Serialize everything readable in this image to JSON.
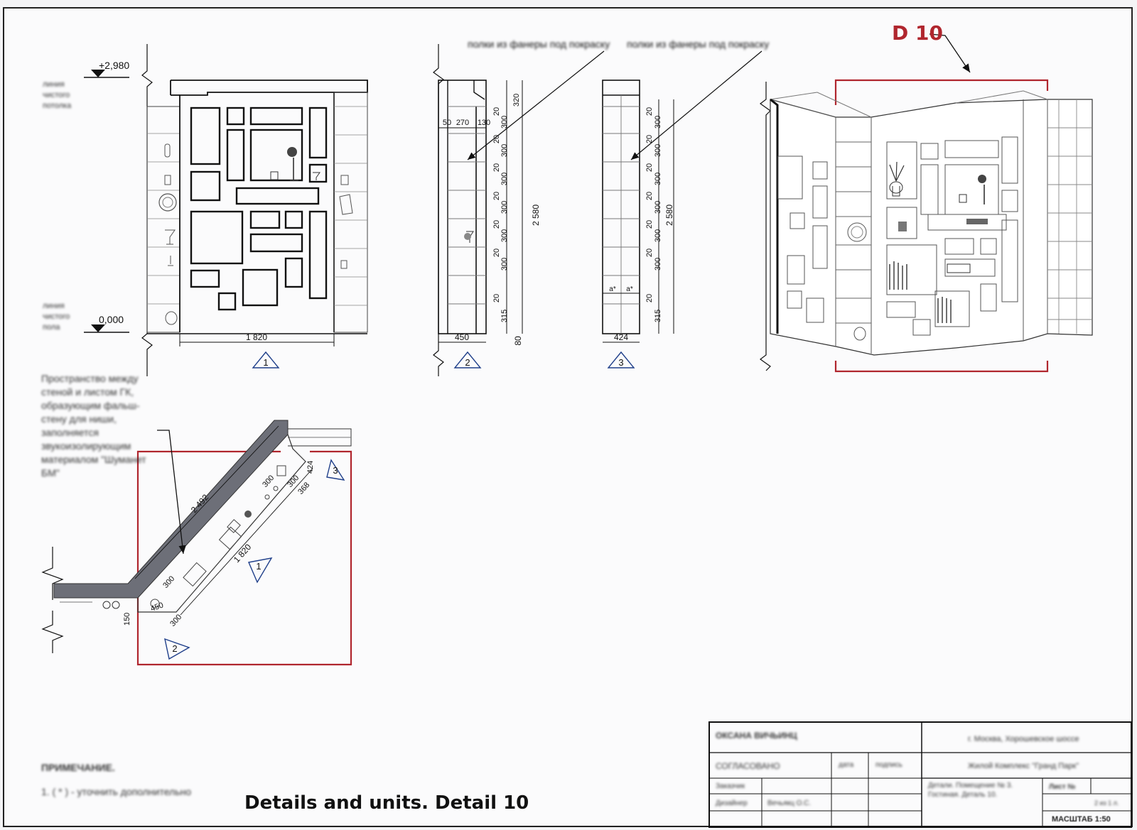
{
  "caption": "Details and units. Detail 10",
  "detail_label": "D 10",
  "levels": {
    "top": "+2,980",
    "bottom": "0,000",
    "top_note": "линия чистого потолка",
    "bottom_note": "линия чистого пола"
  },
  "view1": {
    "marker": "1",
    "width_dim": "1 820"
  },
  "view2": {
    "marker": "2",
    "width_dim": "450",
    "top_dims": [
      "50",
      "270",
      "130"
    ],
    "note": "полки из фанеры под покраску",
    "stack_dims": [
      "320",
      "20",
      "300",
      "20",
      "300",
      "20",
      "300",
      "20",
      "300",
      "20",
      "300",
      "20",
      "300",
      "20",
      "315"
    ],
    "bottom_dim": "80",
    "total_dim": "2 580"
  },
  "view3": {
    "marker": "3",
    "width_dim": "424",
    "note": "полки из фанеры под покраску",
    "stack_dims": [
      "20",
      "300",
      "20",
      "300",
      "20",
      "300",
      "20",
      "300",
      "20",
      "300",
      "20",
      "300",
      "20",
      "315"
    ],
    "total_dim": "2 580",
    "a_marks": [
      "a*",
      "a*"
    ]
  },
  "plan": {
    "diag_dim": "2 492",
    "front_dim": "1 820",
    "dims": [
      "300",
      "424",
      "300",
      "368",
      "300",
      "450",
      "300",
      "150"
    ],
    "markers": [
      "1",
      "2",
      "3"
    ],
    "note": "Пространство между стеной и листом ГК, образующим фальш-стену для ниши, заполняется звукоизолирующим материалом \"Шуманет БМ\""
  },
  "notes": {
    "heading": "ПРИМЕЧАНИЕ.",
    "item": "1. ( * ) - уточнить дополнительно"
  },
  "title_block": {
    "designer_name": "ОКСАНА ВИЧЬИНЦ",
    "approved": "СОГЛАСОВАНО",
    "date": "дата",
    "signature": "подпись",
    "customer": "Заказчик",
    "designer": "Дизайнер",
    "designer_value": "Вечьякц О.С.",
    "address": "г. Москва, Хорошевское шоссе",
    "complex": "Жилой Комплекс \"Гранд Парк\"",
    "content": "Детали. Помещение № 3. Гостиная. Деталь 10.",
    "sheet": "Лист №",
    "sheet_value": "2 из 1 л.",
    "scale": "МАСШТАБ 1:50"
  },
  "colors": {
    "accent_red": "#b0262e",
    "marker_blue": "#1f3f8a",
    "line": "#111111",
    "wall_fill": "#6d6f78"
  }
}
